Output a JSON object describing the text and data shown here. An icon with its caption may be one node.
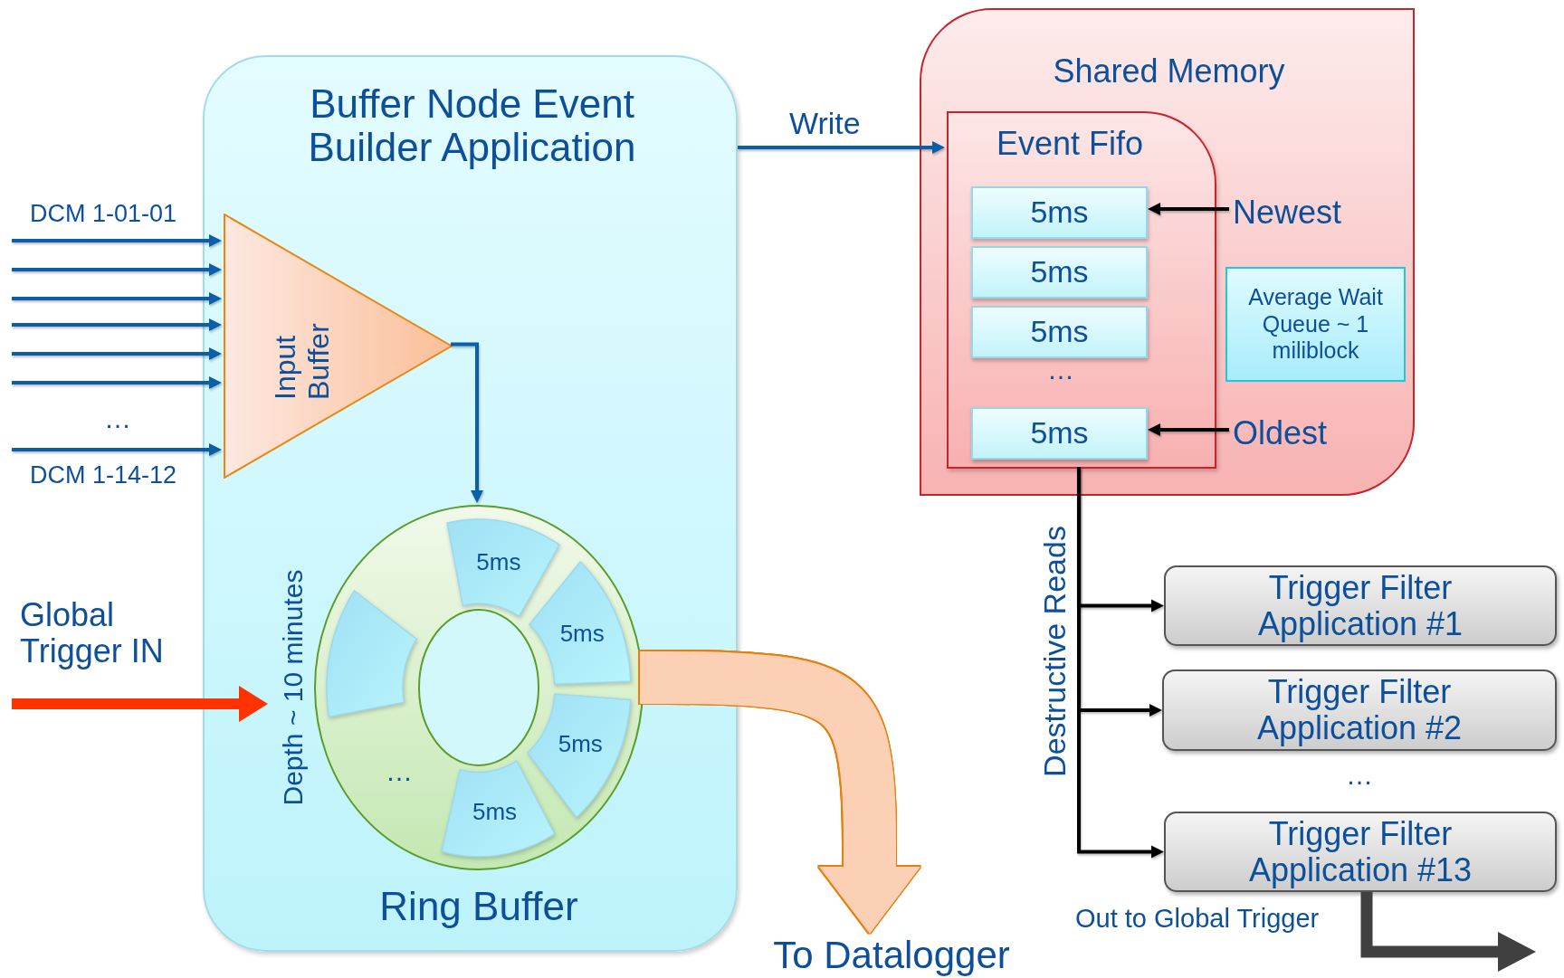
{
  "diagram": {
    "nodes": [
      {
        "text": [
          "Buffer Node Event Builder Application"
        ]
      },
      {
        "text": [
          "Input Buffer"
        ],
        "in": 0
      },
      {
        "text": [
          "Ring Buffer"
        ],
        "in": 0,
        "beside": [
          "Depth ~ 10 minutes"
        ]
      },
      {
        "text": [
          "5ms"
        ],
        "in": 2
      },
      {
        "text": [],
        "shape": "sector",
        "in": 2
      },
      {
        "text": [
          "5ms"
        ],
        "in": 2
      },
      {
        "text": [
          "5ms"
        ],
        "in": 2
      },
      {
        "text": [
          "5ms"
        ],
        "in": 2
      },
      {
        "text": [
          "Shared Memory"
        ]
      },
      {
        "text": [
          "Event Fifo"
        ],
        "in": 8
      },
      {
        "text": [
          "5ms"
        ],
        "in": 9
      },
      {
        "text": [
          "5ms"
        ],
        "in": 9
      },
      {
        "text": [
          "5ms"
        ],
        "in": 9
      },
      {
        "text": [
          "5ms"
        ],
        "in": 9
      },
      {
        "text": [
          "Newest"
        ],
        "in": 8
      },
      {
        "text": [
          "Average Wait Queue ~ 1 miliblock"
        ],
        "in": 8
      },
      {
        "text": [
          "Oldest"
        ],
        "in": 8
      },
      {
        "text": [
          "Trigger Filter Application #1"
        ]
      },
      {
        "text": [
          "Trigger Filter Application #2"
        ]
      },
      {
        "text": [
          "Trigger Filter Application #13"
        ]
      },
      {
        "text": [
          "To Datalogger"
        ]
      }
    ],
    "edges": [
      {
        "from": null,
        "to": 1,
        "arrow": "to",
        "label": "DCM 1-01-01"
      },
      {
        "from": null,
        "to": 1,
        "arrow": "to"
      },
      {
        "from": null,
        "to": 1,
        "arrow": "to"
      },
      {
        "from": null,
        "to": 1,
        "arrow": "to"
      },
      {
        "from": null,
        "to": 1,
        "arrow": "to"
      },
      {
        "from": null,
        "to": 1,
        "arrow": "to"
      },
      {
        "from": null,
        "to": 1,
        "arrow": "to",
        "label": "DCM 1-14-12"
      },
      {
        "from": 1,
        "to": 2,
        "arrow": "to"
      },
      {
        "from": 0,
        "to": 9,
        "arrow": "to",
        "label": "Write"
      },
      {
        "from": null,
        "to": 2,
        "arrow": "to",
        "label": "Global Trigger IN",
        "style": "thick",
        "color": "#ff3300"
      },
      {
        "from": 2,
        "to": 20,
        "arrow": "to",
        "style": "thick",
        "color": "#fcd0b4"
      },
      {
        "from": 14,
        "to": 10,
        "arrow": "to",
        "color": "#000000"
      },
      {
        "from": 16,
        "to": 13,
        "arrow": "to",
        "color": "#000000"
      },
      {
        "from": 9,
        "to": 17,
        "arrow": "to",
        "label": "Destructive Reads",
        "color": "#000000"
      },
      {
        "from": 9,
        "to": 18,
        "arrow": "to",
        "color": "#000000"
      },
      {
        "from": 9,
        "to": 19,
        "arrow": "to",
        "color": "#000000"
      },
      {
        "from": 19,
        "to": null,
        "arrow": "to",
        "label": "Out to Global Trigger",
        "style": "thick",
        "color": "#404040"
      }
    ],
    "labels": [
      "…",
      "…",
      "…",
      "…"
    ]
  }
}
